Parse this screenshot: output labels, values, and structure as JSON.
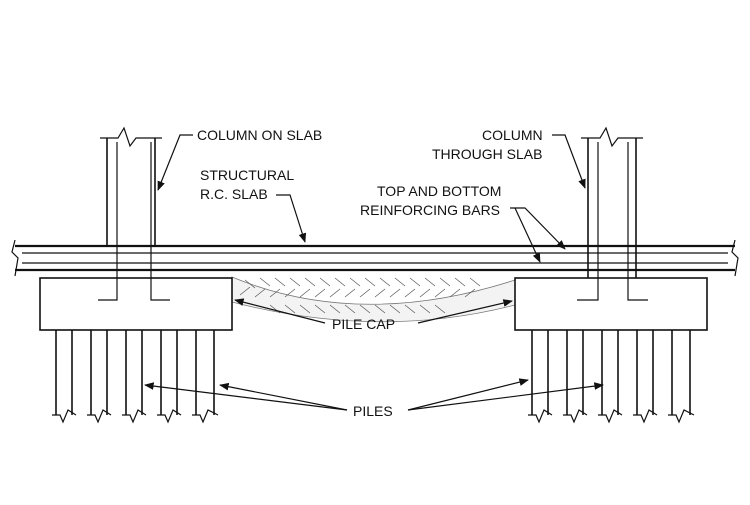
{
  "labels": {
    "column_on_slab": "COLUMN ON SLAB",
    "column_through_slab_line1": "COLUMN",
    "column_through_slab_line2": "THROUGH SLAB",
    "structural_slab_line1": "STRUCTURAL",
    "structural_slab_line2": "R.C. SLAB",
    "reinforcing_line1": "TOP AND BOTTOM",
    "reinforcing_line2": "REINFORCING BARS",
    "pile_cap": "PILE CAP",
    "piles": "PILES"
  }
}
